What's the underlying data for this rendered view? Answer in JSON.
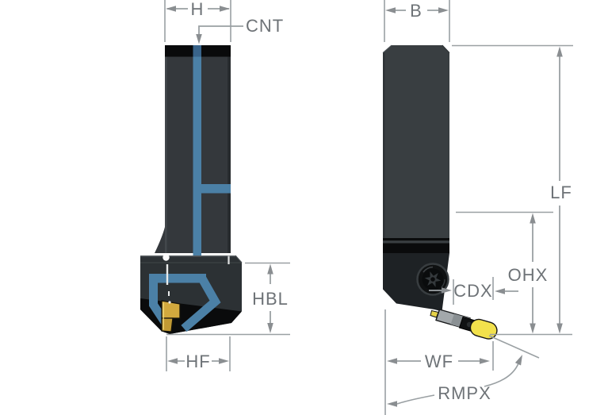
{
  "page": {
    "background": "#ffffff"
  },
  "diagram": {
    "type": "technical-dimension-drawing",
    "subject": "grooving-tool-holder-two-views",
    "colors": {
      "dimension_line": "#9aa0a3",
      "dimension_arrow": "#8a8e91",
      "label_text": "#6e7377",
      "coolant_channel": "#4b80a6",
      "tool_body_front": "#34383c",
      "tool_body_side": "#393e41",
      "tool_head": "#2c3134",
      "tool_dark_band": "#0a0b0c",
      "insert_front_gold": "#d2a93e",
      "insert_side_tip_yellow": "#f2e14c",
      "insert_holder_gray": "#a3a8ab"
    },
    "front_view": {
      "labels": {
        "width_top": "H",
        "coolant_entry": "CNT",
        "head_height": "HBL",
        "head_width": "HF"
      }
    },
    "side_view": {
      "labels": {
        "thickness_top": "B",
        "functional_length": "LF",
        "overhang": "OHX",
        "cutting_depth": "CDX",
        "functional_width": "WF",
        "ramping_angle": "RMPX"
      }
    }
  }
}
